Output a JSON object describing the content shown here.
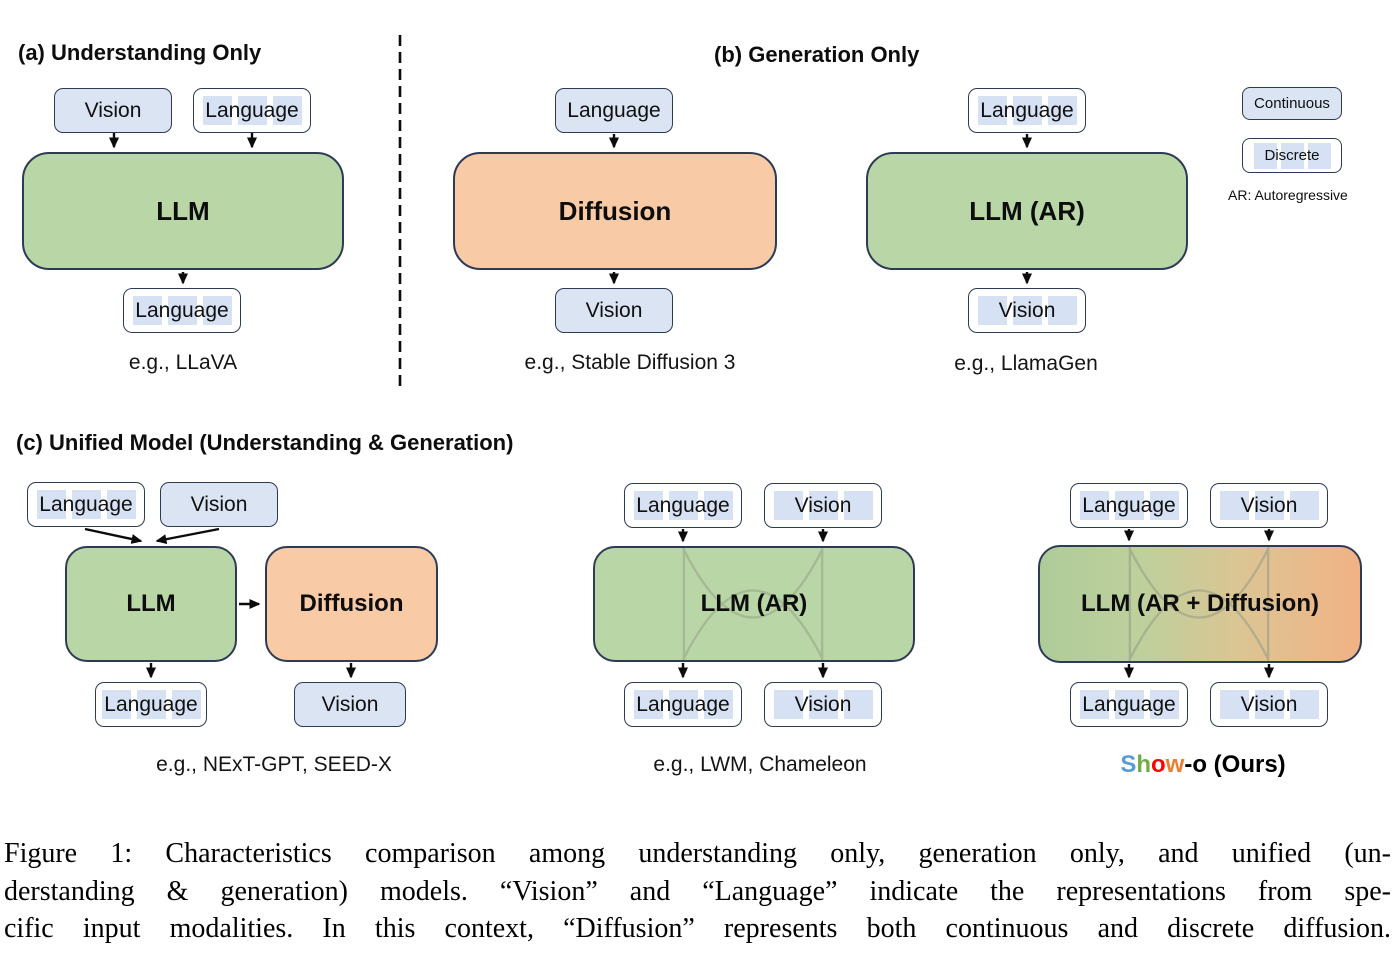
{
  "panel_a": {
    "title": "(a) Understanding Only",
    "input_vision": "Vision",
    "input_language": "Language",
    "model": "LLM",
    "output_language": "Language",
    "example": "e.g., LLaVA"
  },
  "panel_b": {
    "title": "(b) Generation Only",
    "diffusion": {
      "input": "Language",
      "model": "Diffusion",
      "output": "Vision",
      "example": "e.g., Stable Diffusion 3"
    },
    "llm_ar": {
      "input": "Language",
      "model": "LLM (AR)",
      "output": "Vision",
      "example": "e.g., LlamaGen"
    }
  },
  "panel_c": {
    "title": "(c) Unified Model (Understanding & Generation)",
    "llm_diffusion": {
      "input_language": "Language",
      "input_vision": "Vision",
      "model_llm": "LLM",
      "model_diffusion": "Diffusion",
      "output_language": "Language",
      "output_vision": "Vision",
      "example": "e.g., NExT-GPT, SEED-X"
    },
    "llm_ar": {
      "input_language": "Language",
      "input_vision": "Vision",
      "model": "LLM (AR)",
      "output_language": "Language",
      "output_vision": "Vision",
      "example": "e.g., LWM, Chameleon"
    },
    "show_o": {
      "input_language": "Language",
      "input_vision": "Vision",
      "model": "LLM (AR + Diffusion)",
      "output_language": "Language",
      "output_vision": "Vision",
      "example_parts": [
        {
          "t": "S",
          "style": "color:#5b9bd5"
        },
        {
          "t": "h",
          "style": "color:#70ad47"
        },
        {
          "t": "o",
          "style": "color:#ff0000"
        },
        {
          "t": "w",
          "style": "color:#ed7d31"
        },
        {
          "t": "-o (Ours)",
          "style": "color:#000000"
        }
      ]
    }
  },
  "legend": {
    "continuous_label": "Continuous",
    "discrete_label": "Discrete",
    "ar_note": "AR: Autoregressive"
  },
  "colors": {
    "llm_green": "#b9d6a6",
    "diffusion_orange": "#f8caa6",
    "continuous_blue": "#dbe4f3",
    "discrete_highlight": "#d6e1f4",
    "gradient_left_green": "#afcb9a",
    "gradient_right_orange": "#f1b285",
    "box_border": "#2d3b56",
    "showo_s_blue": "#5b9bd5",
    "showo_h_green": "#70ad47",
    "showo_o_red": "#ff0000",
    "showo_w_orange": "#ed7d31"
  },
  "caption": {
    "lines": [
      "Figure 1: Characteristics comparison among understanding only, generation only, and unified (un-",
      "derstanding & generation) models. “Vision” and “Language” indicate the representations from spe-",
      "cific input modalities. In this context, “Diffusion” represents both continuous and discrete diffusion."
    ]
  }
}
